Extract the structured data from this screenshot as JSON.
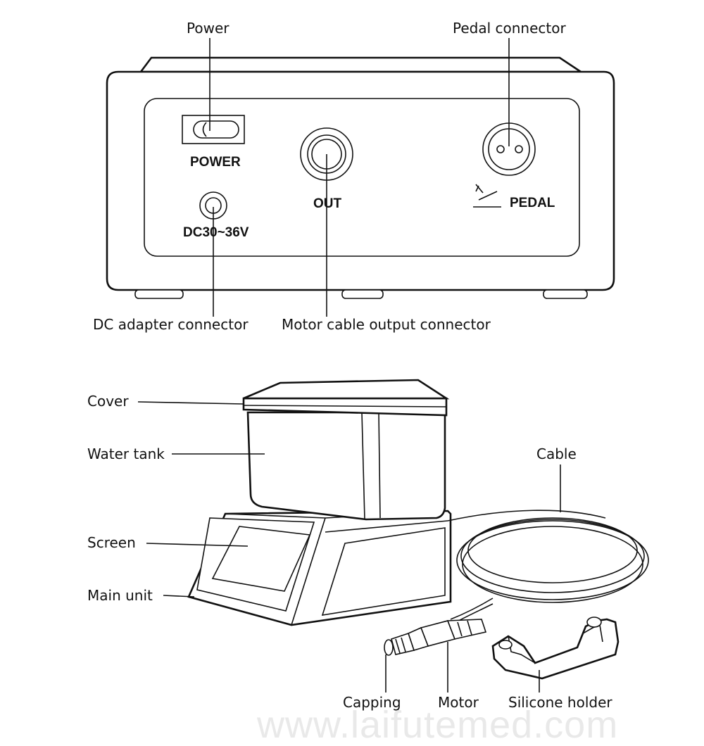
{
  "labels": {
    "power": "Power",
    "pedal_connector": "Pedal connector",
    "dc_adapter_connector": "DC adapter connector",
    "motor_cable_output_connector": "Motor cable output connector",
    "cover": "Cover",
    "water_tank": "Water tank",
    "cable": "Cable",
    "screen": "Screen",
    "main_unit": "Main unit",
    "capping": "Capping",
    "motor": "Motor",
    "silicone_holder": "Silicone holder"
  },
  "panel_text": {
    "power": "POWER",
    "dc": "DC30~36V",
    "out": "OUT",
    "pedal": "PEDAL"
  },
  "watermark": "www.laifutemed.com"
}
